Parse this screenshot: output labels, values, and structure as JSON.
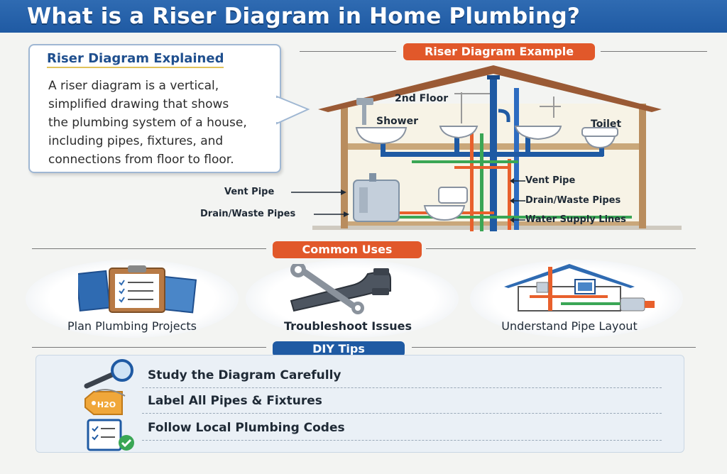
{
  "title": "What is a Riser Diagram in Home Plumbing?",
  "explanation": {
    "heading": "Riser Diagram Explained",
    "lines": [
      "A riser diagram is a vertical,",
      "simplified drawing that shows",
      "the plumbing system of a house,",
      "including pipes, fixtures, and",
      "connections from floor to floor."
    ]
  },
  "example": {
    "label": "Riser Diagram Example",
    "floor_label": "2nd Floor",
    "fixtures": {
      "shower": "Shower",
      "toilet": "Toilet"
    },
    "left_callouts": {
      "vent": "Vent Pipe",
      "drain": "Drain/Waste Pipes"
    },
    "right_callouts": {
      "vent": "Vent Pipe",
      "drain": "Drain/Waste Pipes",
      "water": "Water Supply Lines"
    }
  },
  "uses": {
    "label": "Common Uses",
    "items": [
      {
        "label": "Plan Plumbing Projects",
        "icon": "clipboard-icon"
      },
      {
        "label": "Troubleshoot Issues",
        "icon": "wrench-pipe-icon"
      },
      {
        "label": "Understand Pipe Layout",
        "icon": "house-pipe-icon"
      }
    ]
  },
  "tips": {
    "label": "DIY Tips",
    "items": [
      {
        "label": "Study the Diagram Carefully",
        "icon": "magnifier-icon"
      },
      {
        "label": "Label All Pipes & Fixtures",
        "icon": "tag-icon",
        "tag_text": "H2O"
      },
      {
        "label": "Follow Local Plumbing Codes",
        "icon": "checklist-icon"
      }
    ]
  },
  "colors": {
    "header": "#1f5aa3",
    "accent_orange": "#e1582a",
    "drain_pipe": "#1f5aa3",
    "hot_water": "#e8602c",
    "cold_water": "#3aa655"
  }
}
